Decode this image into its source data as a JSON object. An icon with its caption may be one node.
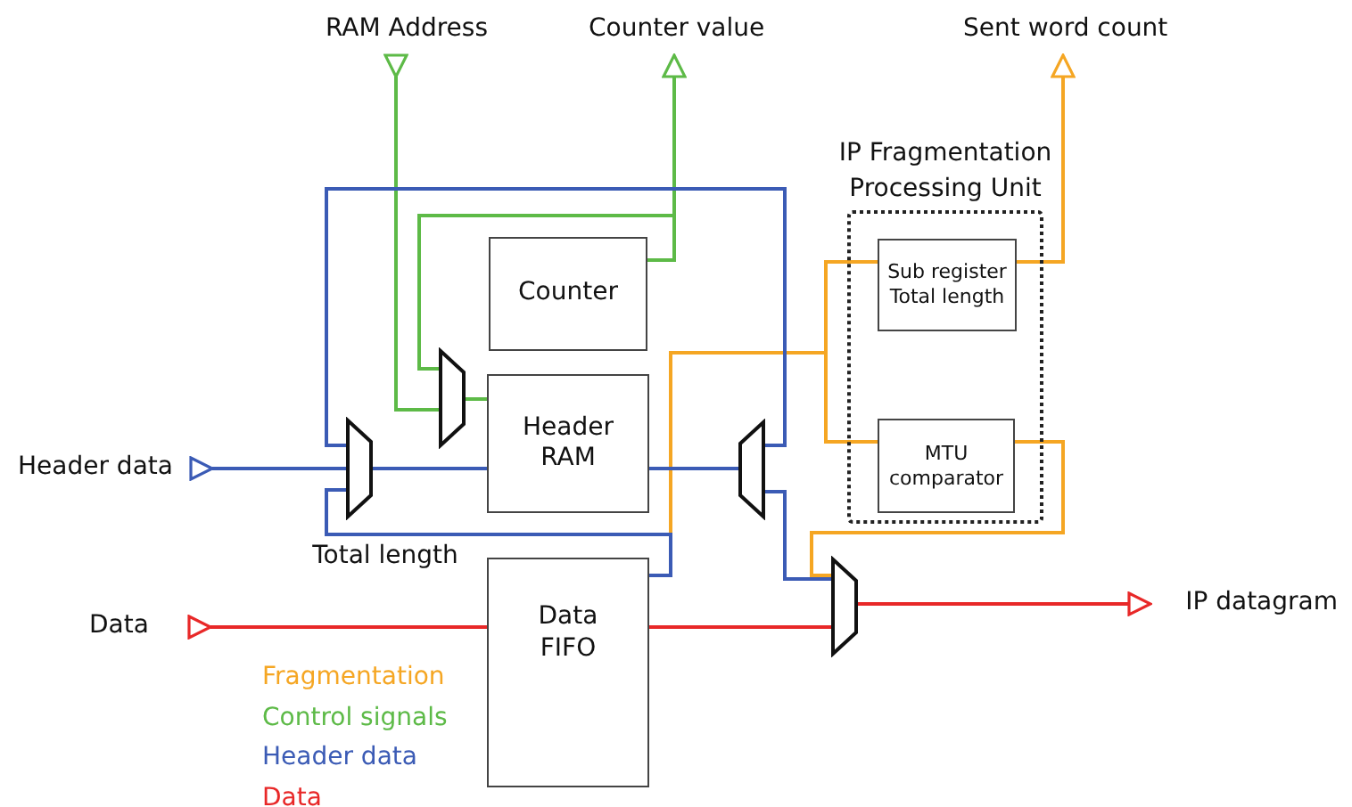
{
  "diagram": {
    "nodes": [
      {
        "text": [
          "RAM Address"
        ]
      },
      {
        "text": [
          "Counter value"
        ]
      },
      {
        "text": [
          "Sent word count"
        ]
      },
      {
        "text": [
          "IP Fragmentation Processing Unit"
        ]
      },
      {
        "text": [
          "Sub register Total length"
        ],
        "in": 3
      },
      {
        "text": [
          "MTU comparator"
        ],
        "in": 3
      },
      {
        "text": [
          "Counter"
        ]
      },
      {
        "text": [],
        "shape": "trapezoid"
      },
      {
        "text": [
          "Header RAM"
        ]
      },
      {
        "text": [
          "Header data"
        ]
      },
      {
        "text": [],
        "shape": "trapezoid"
      },
      {
        "text": [],
        "shape": "trapezoid"
      },
      {
        "text": [
          "Data"
        ]
      },
      {
        "text": [
          "Data FIFO"
        ]
      },
      {
        "text": [],
        "shape": "trapezoid"
      },
      {
        "text": [
          "IP datagram"
        ]
      }
    ],
    "edges": [
      {
        "from": 0,
        "to": 7,
        "arrow": "other",
        "color": "#5dba47"
      },
      {
        "from": 6,
        "to": 1,
        "arrow": "to",
        "color": "#5dba47"
      },
      {
        "from": 6,
        "to": 7,
        "arrow": "none",
        "color": "#5dba47"
      },
      {
        "from": 7,
        "to": 8,
        "arrow": "none",
        "color": "#5dba47"
      },
      {
        "from": 9,
        "to": 10,
        "arrow": "other",
        "color": "#3b5bb5"
      },
      {
        "from": 10,
        "to": 8,
        "arrow": "none",
        "color": "#3b5bb5"
      },
      {
        "from": 8,
        "to": 11,
        "arrow": "none",
        "color": "#3b5bb5"
      },
      {
        "from": 11,
        "to": 10,
        "arrow": "none",
        "color": "#3b5bb5"
      },
      {
        "from": 13,
        "to": 10,
        "arrow": "none",
        "label": "Total length",
        "color": "#3b5bb5"
      },
      {
        "from": 11,
        "to": 14,
        "arrow": "none",
        "color": "#3b5bb5"
      },
      {
        "from": 12,
        "to": 13,
        "arrow": "other",
        "color": "#e82828"
      },
      {
        "from": 13,
        "to": 14,
        "arrow": "none",
        "color": "#e82828"
      },
      {
        "from": 14,
        "to": 15,
        "arrow": "to",
        "color": "#e82828"
      },
      {
        "from": 4,
        "to": 2,
        "arrow": "to",
        "color": "#f5a623"
      },
      {
        "from": 13,
        "to": 4,
        "arrow": "none",
        "color": "#f5a623"
      },
      {
        "from": 13,
        "to": 5,
        "arrow": "none",
        "color": "#f5a623"
      },
      {
        "from": 5,
        "to": 14,
        "arrow": "none",
        "color": "#f5a623"
      }
    ],
    "legend": [
      {
        "text": "Fragmentation",
        "color": "#f5a623"
      },
      {
        "text": "Control signals",
        "color": "#5dba47"
      },
      {
        "text": "Header data",
        "color": "#3b5bb5"
      },
      {
        "text": "Data",
        "color": "#e82828"
      }
    ]
  }
}
